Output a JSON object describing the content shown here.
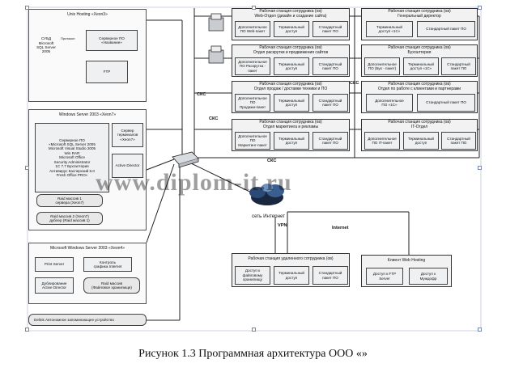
{
  "unix": {
    "title": "Unix Hosting «Xeon3»",
    "db": "СУБД\nMicrosoft\nSQL Server\n2005",
    "db_link": "Протокол",
    "server_po": "Серверное ПО\n«Название»",
    "ftp": "FTP"
  },
  "win7": {
    "title": "Windows Server 2003 «Xeon7»",
    "server_po": "Серверное ПО\n«Microsoft SQL Server 2005\nMicrosoft Visual Studio 2005\nWin RAR\nMicrosoft Office\nSecurity Administrator\n1С 7.7 Бухгалтерия\nАнтивирус Касперский 6.0\nFresh Office PRO»",
    "terminal": "Сервер\nтерминалов\n«Xeon7»",
    "ad": "Active Director",
    "raid1": "Raid массив 1\nсервера (Xeon7)",
    "raid2": "Raid массив 2 (Xeon7)\nдублер (Raid массив 1)"
  },
  "win4": {
    "title": "Microsoft Windows Server 2003 «Xeon4»",
    "print": "Print Server",
    "traffic": "Контроль\nграфика Internet",
    "dup_ad": "Дублирование\nActive Director",
    "raid_files": "Raid массив\n(Файловое хранилище)"
  },
  "storage": "Delink Автономное запоминающее устройство",
  "departments": [
    {
      "title": "Рабочая станция сотрудника (ов)\nWeb-Отдел (дизайн и создание сайта)",
      "apps": [
        "Дополнительное\nПО Web-пакет",
        "Терминальный\nдоступ",
        "Стандартный\nпакет ПО"
      ]
    },
    {
      "title": "Рабочая станция сотрудника (ов)\nОтдел раскрутки и продвижения сайтов",
      "apps": [
        "Дополнительное\nПО Раскрутка -\nпакет",
        "Терминальный\nдоступ",
        "Стандартный\nпакет ПО"
      ]
    },
    {
      "title": "Рабочая станция сотрудника (ов)\nОтдел продаж / доставки техники и ПО",
      "apps": [
        "Дополнительное\nПО\nПродажи-пакет",
        "Терминальный\nдоступ",
        "Стандартный\nпакет ПО"
      ]
    },
    {
      "title": "Рабочая станция сотрудника (ов)\nОтдел маркетинга и рекламы",
      "apps": [
        "Дополнительное\nПО\nМаркетинг-пакет",
        "Терминальный\nдоступ",
        "Стандартный\nпакет ПО"
      ]
    }
  ],
  "right_departments": [
    {
      "title": "Рабочая станция сотрудника (ов)\nГенеральный директор",
      "apps": [
        "Терминальный\nдоступ «1С»",
        "Стандартный пакет ПО"
      ]
    },
    {
      "title": "Рабочая станция сотрудника (ов)\nБухгалтерия",
      "apps": [
        "Дополнительное\nПО (Бух - пакет)",
        "Терминальный\nдоступ «1С»",
        "Стандартный\nпакет ПО"
      ]
    },
    {
      "title": "Рабочая станция сотрудника (ов)\nОтдел по работе с клиентами и партнерами",
      "apps": [
        "Дополнительное\nПО «1С»",
        "Стандартный пакет ПО"
      ]
    },
    {
      "title": "Рабочая станция сотрудника (ов)\nIT-Отдел",
      "apps": [
        "Дополнительное\nПО IT-пакет",
        "Терминальный\nдоступ",
        "Стандартный\nпакет ПО"
      ]
    }
  ],
  "remote": {
    "title": "Рабочая станция удаленного сотрудника (ов)",
    "apps": [
      "Доступ к\nфайловому\nхранилищу",
      "Терминальный\nдоступ",
      "Стандартный\nпакет ПО"
    ]
  },
  "web_client": {
    "title": "Клиент Web Hosting",
    "apps": [
      "Доступ к FTP\nServer",
      "Доступ к\nМуждофр"
    ]
  },
  "labels": {
    "cks": "СКС",
    "cks2": "СКС",
    "cks3": "СКС",
    "cks4": "СКС",
    "internet_cloud": "сеть Интернет",
    "vpn": "VPN",
    "internet": "Internet"
  },
  "watermark": "www.diplom-it.ru",
  "caption": "Рисунок 1.3 Программная архитектура ООО «»"
}
